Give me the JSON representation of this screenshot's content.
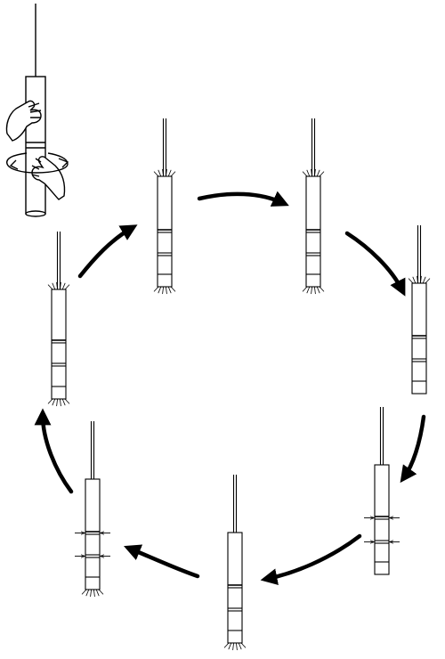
{
  "diagram": {
    "description_visible_text": "",
    "stroke_color": "#000000",
    "fill_color": "#ffffff",
    "lamp_states": [
      {
        "id": "lamp-1",
        "glow": "both"
      },
      {
        "id": "lamp-2",
        "glow": "both"
      },
      {
        "id": "lamp-3",
        "glow": "top"
      },
      {
        "id": "lamp-4",
        "glow": "sides"
      },
      {
        "id": "lamp-5",
        "glow": "bottom"
      },
      {
        "id": "lamp-6",
        "glow": "sides-bottom"
      },
      {
        "id": "lamp-7",
        "glow": "both"
      },
      {
        "id": "lamp-8",
        "glow": "sides"
      }
    ],
    "icons": [
      "hand-icon",
      "rotate-arrow-icon",
      "cycle-arrow-icon"
    ]
  }
}
